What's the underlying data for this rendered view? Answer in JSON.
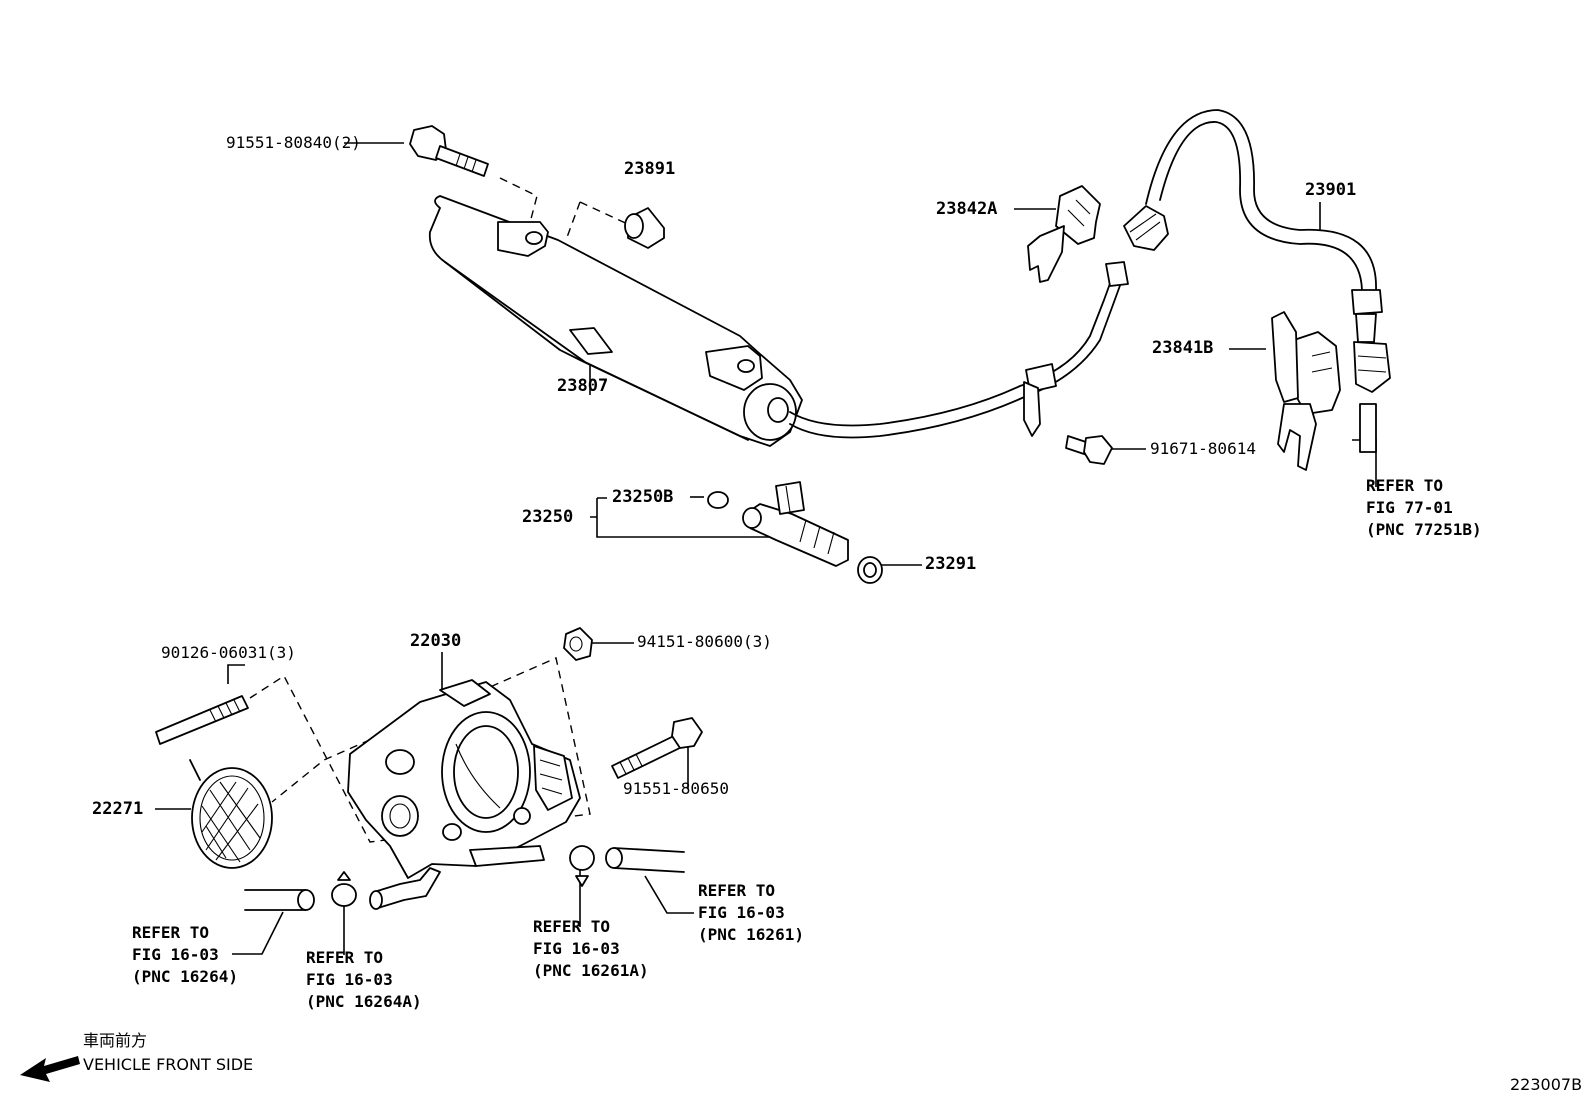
{
  "parts": {
    "bolt_rail": "91551-80840(2)",
    "insulator": "23891",
    "delivery_pipe": "23807",
    "clamp_a": "23842A",
    "fuel_hose": "23901",
    "clamp_b": "23841B",
    "bolt_clamp": "91671-80614",
    "injector": "23250",
    "injector_oring": "23250B",
    "injector_seal": "23291",
    "throttle_body": "22030",
    "stud": "90126-06031(3)",
    "nut": "94151-80600(3)",
    "gasket": "22271",
    "bolt_throttle": "91551-80650"
  },
  "refer_fig77": [
    "REFER TO",
    "FIG 77-01",
    "(PNC 77251B)"
  ],
  "refer_16264": [
    "REFER TO",
    "FIG 16-03",
    "(PNC 16264)"
  ],
  "refer_16264A": [
    "REFER TO",
    "FIG 16-03",
    "(PNC 16264A)"
  ],
  "refer_16261A": [
    "REFER TO",
    "FIG 16-03",
    "(PNC 16261A)"
  ],
  "refer_16261": [
    "REFER TO",
    "FIG 16-03",
    "(PNC 16261)"
  ],
  "direction": {
    "japanese": "車両前方",
    "english": "VEHICLE FRONT SIDE"
  },
  "figure_code": "223007B"
}
